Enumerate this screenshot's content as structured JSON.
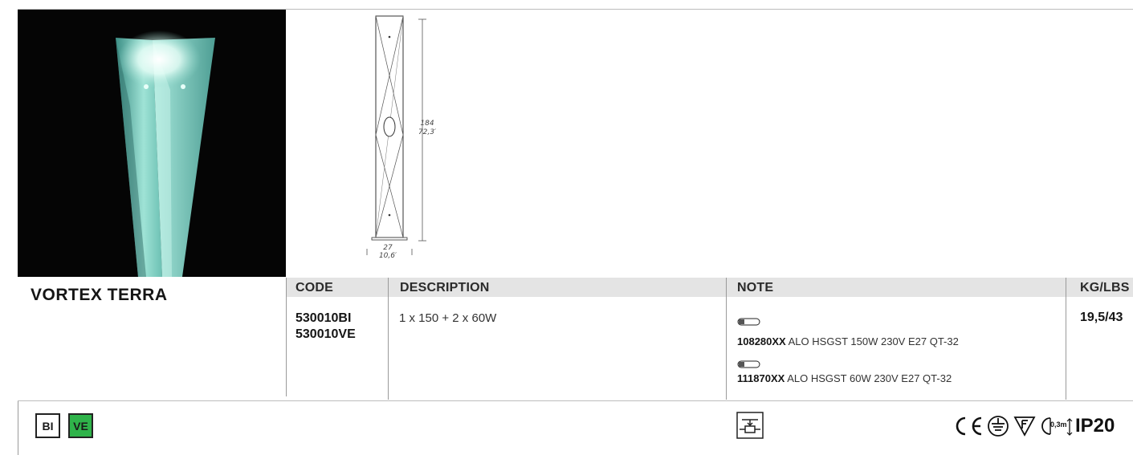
{
  "product": {
    "name": "VORTEX TERRA"
  },
  "drawing": {
    "height_cm": "184",
    "height_in": "72,3′",
    "width_cm": "27",
    "width_in": "10,6′"
  },
  "table": {
    "headers": {
      "code": "CODE",
      "description": "DESCRIPTION",
      "note": "NOTE",
      "weight": "KG/LBS"
    },
    "codes": [
      "530010BI",
      "530010VE"
    ],
    "description": "1 x 150 + 2 x 60W",
    "notes": [
      {
        "code": "108280XX",
        "text": "ALO HSGST 150W 230V E27 QT-32",
        "icon": "halogen-bulb-icon"
      },
      {
        "code": "111870XX",
        "text": "ALO HSGST 60W 230V E27 QT-32",
        "icon": "halogen-bulb-icon"
      }
    ],
    "weight": "19,5/43"
  },
  "finishes": [
    {
      "label": "BI",
      "color": "#ffffff"
    },
    {
      "label": "VE",
      "color": "#2fb34a"
    }
  ],
  "certifications": {
    "distance": "0,3m",
    "ip_rating": "IP20"
  },
  "colors": {
    "glass": "#8fd6c8",
    "header_band": "#e4e4e4",
    "finish_green": "#2fb34a"
  }
}
